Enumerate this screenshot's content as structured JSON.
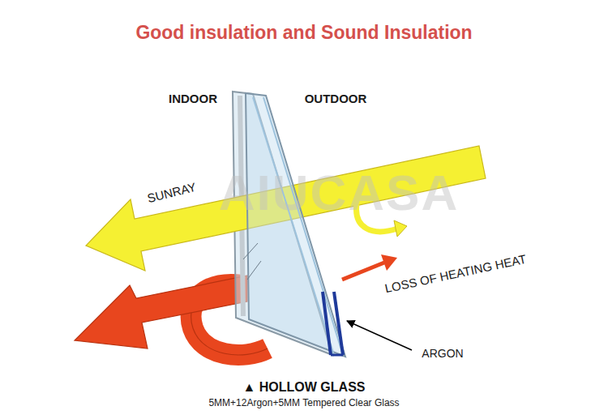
{
  "diagram": {
    "title": "Good insulation and Sound Insulation",
    "caption": "▲ HOLLOW GLASS",
    "labels": [
      "AIUCASA",
      "INDOOR",
      "OUTDOOR",
      "SUNRAY",
      "LOSS OF HEATING HEAT",
      "ARGON",
      "5MM+12Argon+5MM Tempered Clear Glass"
    ]
  }
}
